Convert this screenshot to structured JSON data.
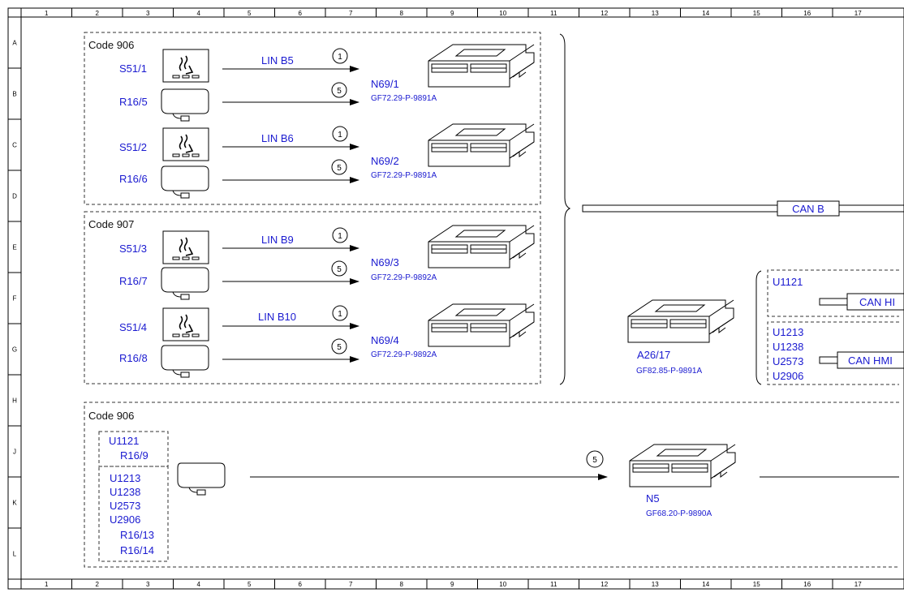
{
  "grid": {
    "columns": [
      "1",
      "2",
      "3",
      "4",
      "5",
      "6",
      "7",
      "8",
      "9",
      "10",
      "11",
      "12",
      "13",
      "14",
      "15",
      "16",
      "17"
    ],
    "rows": [
      "A",
      "B",
      "C",
      "D",
      "E",
      "F",
      "G",
      "H",
      "J",
      "K",
      "L"
    ]
  },
  "groups": {
    "top": {
      "label": "Code 906"
    },
    "mid": {
      "label": "Code 907"
    },
    "bottom": {
      "label": "Code 906"
    }
  },
  "switches": {
    "s1": "S51/1",
    "s2": "S51/2",
    "s3": "S51/3",
    "s4": "S51/4"
  },
  "heaters": {
    "h1": "R16/5",
    "h2": "R16/6",
    "h3": "R16/7",
    "h4": "R16/8"
  },
  "lin_lines": {
    "l1": "LIN B5",
    "l2": "LIN B6",
    "l3": "LIN B9",
    "l4": "LIN B10"
  },
  "circle_labels": {
    "c1": "1",
    "c2": "5",
    "c3": "1",
    "c4": "5",
    "c5": "1",
    "c6": "5",
    "c7": "1",
    "c8": "5",
    "c9": "5"
  },
  "modules": {
    "m1": {
      "name": "N69/1",
      "ref": "GF72.29-P-9891A"
    },
    "m2": {
      "name": "N69/2",
      "ref": "GF72.29-P-9891A"
    },
    "m3": {
      "name": "N69/3",
      "ref": "GF72.29-P-9892A"
    },
    "m4": {
      "name": "N69/4",
      "ref": "GF72.29-P-9892A"
    },
    "m5": {
      "name": "A26/17",
      "ref": "GF82.85-P-9891A"
    },
    "m6": {
      "name": "N5",
      "ref": "GF68.20-P-9890A"
    }
  },
  "can": {
    "can_b": "CAN B",
    "can_hmi_1": "CAN HI",
    "can_hmi_2": "CAN HMI"
  },
  "variants": {
    "right_a": "U1121",
    "right_b": [
      "U1213",
      "U1238",
      "U2573",
      "U2906"
    ],
    "bottom_a_code": "U1121",
    "bottom_a_part": "R16/9",
    "bottom_b_codes": [
      "U1213",
      "U1238",
      "U2573",
      "U2906"
    ],
    "bottom_b_parts": [
      "R16/13",
      "R16/14"
    ]
  }
}
